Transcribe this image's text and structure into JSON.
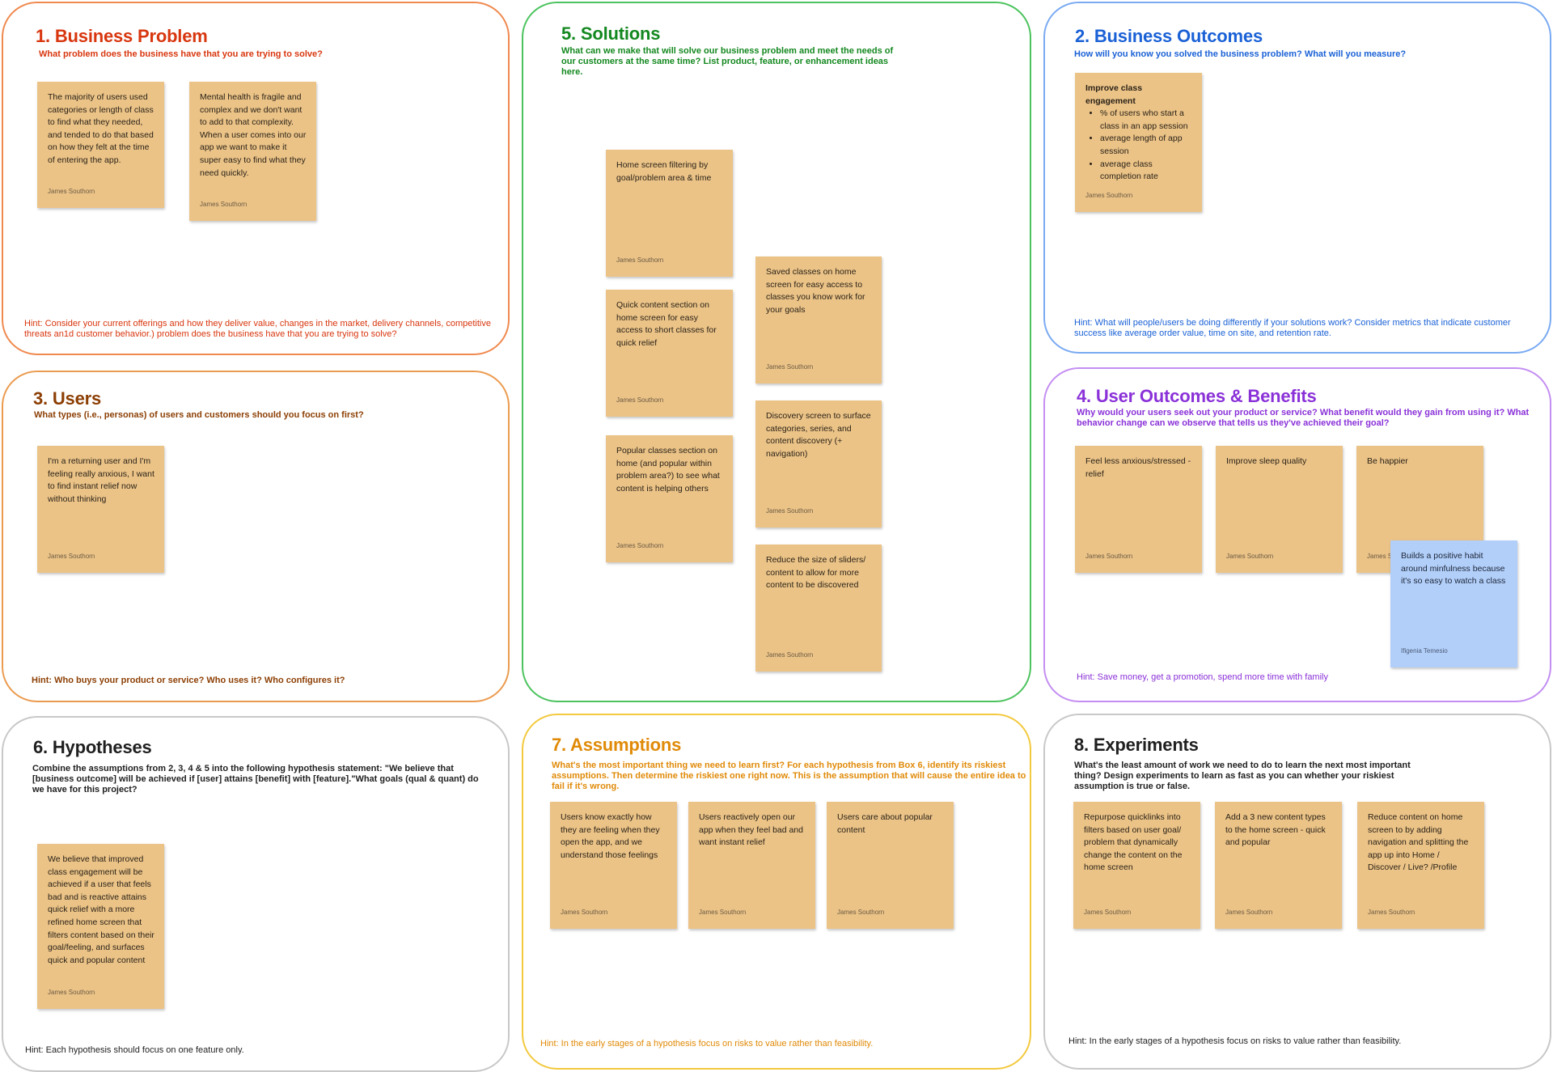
{
  "colors": {
    "bp": "#f0894f",
    "bp_text": "#d8360e",
    "sol": "#4cc35e",
    "sol_text": "#13881f",
    "bo": "#7aaaf2",
    "bo_text": "#1a61d6",
    "users": "#eb9b4f",
    "users_text": "#8c3f04",
    "uo": "#c48ef2",
    "uo_text": "#8a31d8",
    "hyp": "#c8c8c8",
    "hyp_text": "#1f1f1f",
    "ass": "#f3c93e",
    "ass_text": "#e08a08",
    "exp": "#c8c8c8",
    "exp_text": "#1f1f1f",
    "note": "#ebc387",
    "note_blue": "#b2cffa"
  },
  "panels": {
    "business_problem": {
      "title": "1.  Business Problem",
      "subtitle": "What problem does the business have that you are trying to solve?",
      "hint": "Hint: Consider your current offerings and how they deliver value, changes in the market, delivery channels, competitive threats an1d customer behavior.) problem does the business have that you are trying to solve?",
      "notes": [
        {
          "text": "The majority of users used categories or length of class to find what they needed, and tended to do that based on how they felt at the time of entering the app.",
          "author": "James Southorn"
        },
        {
          "text": "Mental health is fragile and complex and we don't want to add to that complexity. When a user comes into our app we want to make it super easy to find what they need quickly.",
          "author": "James Southorn"
        }
      ]
    },
    "solutions": {
      "title": "5. Solutions",
      "subtitle": "What can we make that will solve our business problem and meet the needs of our customers at the same time? List product, feature, or enhancement ideas here.",
      "notes": [
        {
          "text": "Home screen filtering by goal/problem area & time",
          "author": "James Southorn"
        },
        {
          "text": "Quick content section on home screen for easy access to short classes for quick relief",
          "author": "James Southorn"
        },
        {
          "text": "Popular classes section on home (and popular within problem area?) to see what content is helping others",
          "author": "James Southorn"
        },
        {
          "text": "Saved classes on home screen for easy access to classes you know work for your goals",
          "author": "James Southorn"
        },
        {
          "text": "Discovery screen to surface categories, series, and content discovery (+ navigation)",
          "author": "James Southorn"
        },
        {
          "text": "Reduce the size of sliders/ content to allow for more content to be discovered",
          "author": "James Southorn"
        }
      ]
    },
    "business_outcomes": {
      "title": "2. Business Outcomes",
      "subtitle": "How will you know you solved the business problem? What will you measure?",
      "hint": "Hint: What will people/users be doing differently if your solutions work? Consider metrics that indicate customer success like average order value, time on site, and retention rate.",
      "note": {
        "heading": "Improve class engagement",
        "bullets": [
          "% of users who start a class in an app session",
          "average length of app session",
          "average class completion rate"
        ],
        "author": "James Southorn"
      }
    },
    "users": {
      "title": "3. Users",
      "subtitle": "What types (i.e., personas) of users and customers should you focus on first?",
      "hint": "Hint: Who buys your product or service? Who uses it? Who configures it?",
      "notes": [
        {
          "text": "I'm a returning user and I'm feeling really anxious, I want to find instant relief now without thinking",
          "author": "James Southorn"
        }
      ]
    },
    "user_outcomes": {
      "title": "4. User Outcomes & Benefits",
      "subtitle": "Why would your users seek out your product or service? What benefit would they gain from using it? What behavior change can we observe that tells us they've achieved their goal?",
      "hint": "Hint: Save money, get a promotion, spend more time with family",
      "notes": [
        {
          "text": "Feel less anxious/stressed - relief",
          "author": "James Southorn"
        },
        {
          "text": "Improve sleep quality",
          "author": "James Southorn"
        },
        {
          "text": "Be happier",
          "author": "James Southorn"
        },
        {
          "text": "Builds a positive habit around minfulness because it's so easy to watch a class",
          "author": "Ifigenia Temesio"
        }
      ]
    },
    "hypotheses": {
      "title": "6. Hypotheses",
      "subtitle": "Combine the assumptions from 2, 3, 4 & 5 into the following hypothesis statement: \"We believe that [business outcome] will be achieved if [user] attains [benefit] with [feature].\"What goals (qual & quant) do we have for this project?",
      "hint": "Hint: Each hypothesis should focus on one feature only.",
      "notes": [
        {
          "text": "We believe that improved class engagement will be achieved if a user that feels bad and is reactive attains quick relief with a more refined home screen that filters content based on their goal/feeling, and surfaces quick and popular content",
          "author": "James Southorn"
        }
      ]
    },
    "assumptions": {
      "title": "7. Assumptions",
      "subtitle": "What's the most important thing we need to learn first? For each hypothesis from Box 6, identify its riskiest assumptions. Then determine the riskiest one right now. This is the assumption that will cause the entire idea to fail if it's wrong.",
      "hint": "Hint: In the early stages of a hypothesis focus on risks to value rather than feasibility.",
      "notes": [
        {
          "text": "Users know exactly how they are feeling when they open the app, and we understand those feelings",
          "author": "James Southorn"
        },
        {
          "text": "Users reactively open our app when they feel bad and want instant relief",
          "author": "James Southorn"
        },
        {
          "text": "Users care about popular content",
          "author": "James Southorn"
        }
      ]
    },
    "experiments": {
      "title": "8. Experiments",
      "subtitle": "What's the least amount of work we need to do to learn the next most important thing? Design experiments to learn as fast as you can whether your riskiest assumption is true or false.",
      "hint": "Hint: In the early stages of a hypothesis focus on risks to value rather than feasibility.",
      "notes": [
        {
          "text": "Repurpose quicklinks into filters based on user goal/ problem that dynamically change the content on the home screen",
          "author": "James Southorn"
        },
        {
          "text": "Add a 3 new content types to the home screen - quick and popular",
          "author": "James Southorn"
        },
        {
          "text": "Reduce content on home screen to by adding navigation and splitting the app up into Home / Discover / Live? /Profile",
          "author": "James Southorn"
        }
      ]
    }
  }
}
